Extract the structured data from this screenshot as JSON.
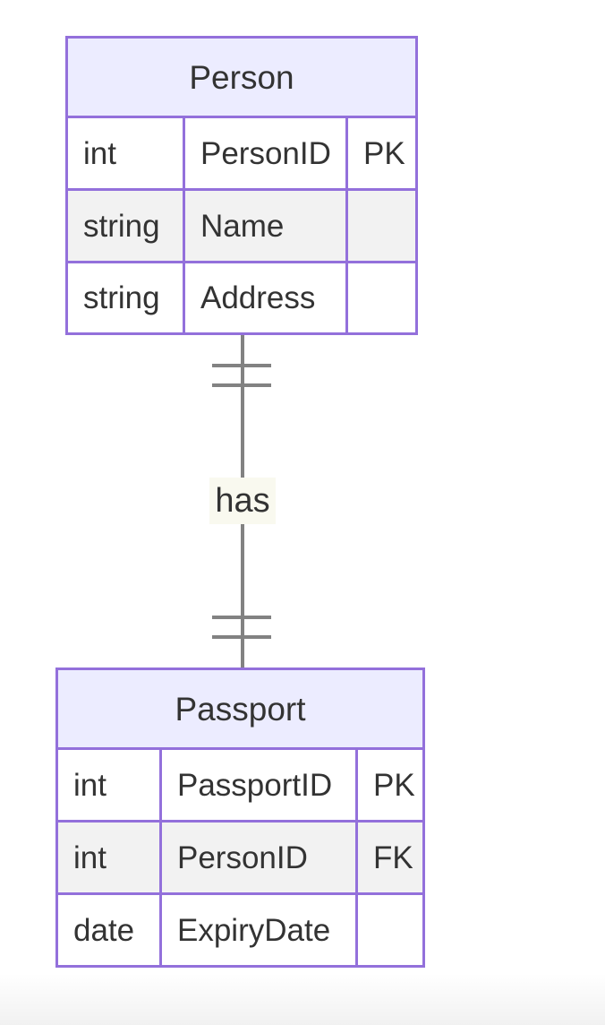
{
  "diagram": {
    "type": "er-diagram",
    "entities": [
      {
        "name": "Person",
        "attributes": [
          {
            "type": "int",
            "name": "PersonID",
            "key": "PK"
          },
          {
            "type": "string",
            "name": "Name",
            "key": ""
          },
          {
            "type": "string",
            "name": "Address",
            "key": ""
          }
        ]
      },
      {
        "name": "Passport",
        "attributes": [
          {
            "type": "int",
            "name": "PassportID",
            "key": "PK"
          },
          {
            "type": "int",
            "name": "PersonID",
            "key": "FK"
          },
          {
            "type": "date",
            "name": "ExpiryDate",
            "key": ""
          }
        ]
      }
    ],
    "relationship": {
      "label": "has",
      "from": "Person",
      "to": "Passport",
      "from_cardinality": "exactly-one",
      "to_cardinality": "exactly-one",
      "notation": "||--||"
    },
    "colors": {
      "entity_border": "#9370DB",
      "entity_header_fill": "#ECECFF",
      "row_odd_fill": "#ffffff",
      "row_even_fill": "#f2f2f2",
      "relationship_line": "#828282",
      "label_background": "#f9f9ef",
      "text": "#333333"
    }
  }
}
